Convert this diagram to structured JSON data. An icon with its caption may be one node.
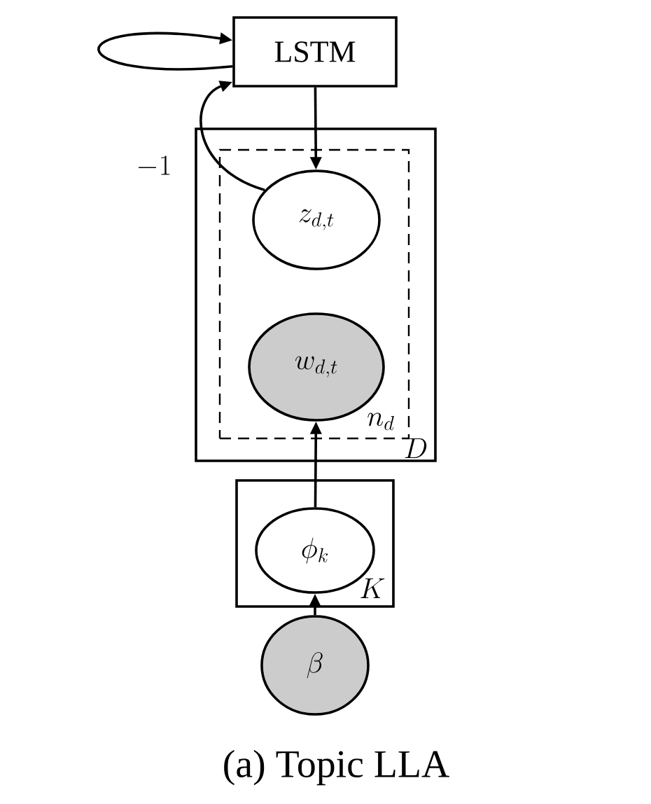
{
  "diagram": {
    "caption": "(a) Topic LLA",
    "nodes": [
      {
        "text": [
          "LSTM"
        ]
      },
      {
        "text": [
          "D"
        ]
      },
      {
        "text": [
          "n_d"
        ],
        "in": 1
      },
      {
        "text": [
          "z_{d,t}"
        ],
        "in": 2
      },
      {
        "text": [
          "w_{d,t}"
        ],
        "in": 2
      },
      {
        "text": [
          "K"
        ]
      },
      {
        "text": [
          "\\phi_k"
        ],
        "in": 5
      },
      {
        "text": [
          "\\beta"
        ]
      }
    ],
    "edges": [
      {
        "from": 0,
        "to": 0,
        "arrow": "to"
      },
      {
        "from": 0,
        "to": 3,
        "arrow": "to"
      },
      {
        "from": 3,
        "to": 0,
        "arrow": "to",
        "label": "-1"
      },
      {
        "from": 6,
        "to": 4,
        "arrow": "to"
      },
      {
        "from": 7,
        "to": 6,
        "arrow": "to"
      }
    ]
  }
}
